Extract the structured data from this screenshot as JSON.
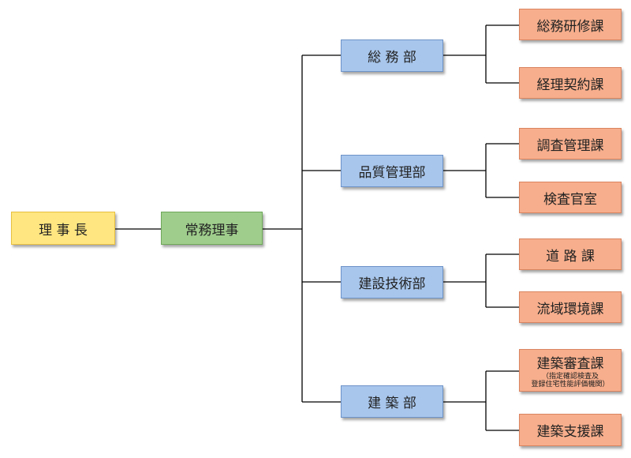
{
  "chairman": "理 事 長",
  "managing_director": "常務理事",
  "departments": [
    {
      "name": "総 務 部",
      "sections": [
        {
          "name": "総務研修課"
        },
        {
          "name": "経理契約課"
        }
      ]
    },
    {
      "name": "品質管理部",
      "sections": [
        {
          "name": "調査管理課"
        },
        {
          "name": "検査官室"
        }
      ]
    },
    {
      "name": "建設技術部",
      "sections": [
        {
          "name": "道 路 課"
        },
        {
          "name": "流域環境課"
        }
      ]
    },
    {
      "name": "建 築 部",
      "sections": [
        {
          "name": "建築審査課",
          "note_line1": "（指定確認検査及",
          "note_line2": "登録住宅性能評価機関）"
        },
        {
          "name": "建築支援課"
        }
      ]
    }
  ]
}
